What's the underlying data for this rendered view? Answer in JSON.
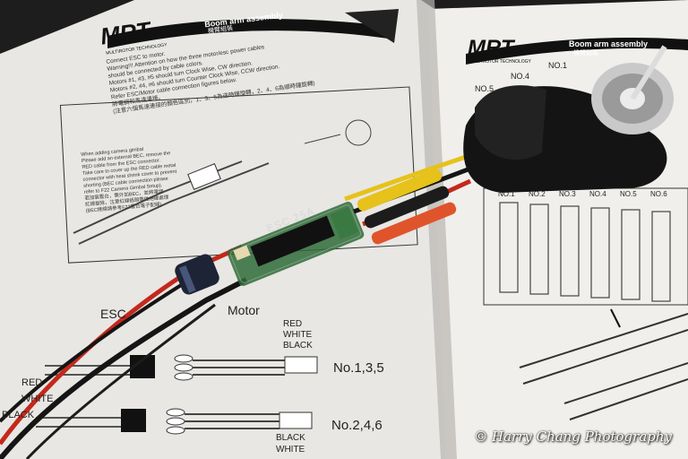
{
  "left_page": {
    "logo": "MRT",
    "logo_sub": "MULTIROTOR TECHNOLOGY",
    "title": "Boom arm assembly",
    "title_cn": "機臂組裝",
    "instructions": [
      "Connect ESC to motor.",
      "Warning!!! Attention on how the three motor/esc power cables",
      "should be connected by cable colors.",
      "Motors #1, #3, #5 should turn Clock Wise, CW direction.",
      "Motors #2, #4, #6 should turn Counter Clock Wise, CCW direction.",
      "Refer ESC/Motor cable connection figures below.",
      "將電調和馬達連接。",
      "(注意六個馬達連接的顏色區別，1、3、5為逆時鐘旋轉，2、4、6為順時鐘旋轉)"
    ],
    "gimbal_note": [
      "When adding camera gimbal",
      "Please add an external BEC, remove the",
      "RED cable from the ESC connector.",
      "Take care to cover up the RED cable metal",
      "connector with heat shrink cover to prevent",
      "shorting (BEC cable connection please",
      "refer to F22 Camera Gimbal Setup).",
      "若加裝雲台，需外加BEC，並將電調",
      "紅線拔除，注意紅線插頭需做絕緣處理",
      "(BEC接線請參考F22雲台電子配線)"
    ],
    "label_esc": "ESC",
    "label_motor": "Motor",
    "cable_colors_top": [
      "RED",
      "WHITE",
      "BLACK"
    ],
    "group_top": "No.1,3,5",
    "cable_colors_left": [
      "RED",
      "WHITE",
      "BLACK"
    ],
    "cable_colors_bottom": [
      "BLACK",
      "WHITE"
    ],
    "group_bottom": "No.2,4,6"
  },
  "right_page": {
    "logo": "MRT",
    "logo_sub": "MULTIROTOR TECHNOLOGY",
    "title": "Boom arm assembly",
    "title_cn": "機臂組裝",
    "motor_labels": [
      "NO.1",
      "NO.2",
      "NO.3",
      "NO.4",
      "NO.5",
      "NO.6"
    ]
  },
  "esc_label": "ESC 25A",
  "credit": "© Harry Chang Photography",
  "colors": {
    "paper": "#ecebe7",
    "wire_red": "#c4281c",
    "wire_black": "#151515",
    "wire_yellow": "#e6c21a",
    "connector_orange": "#e0542c",
    "pcb_green": "#2f6b38"
  }
}
